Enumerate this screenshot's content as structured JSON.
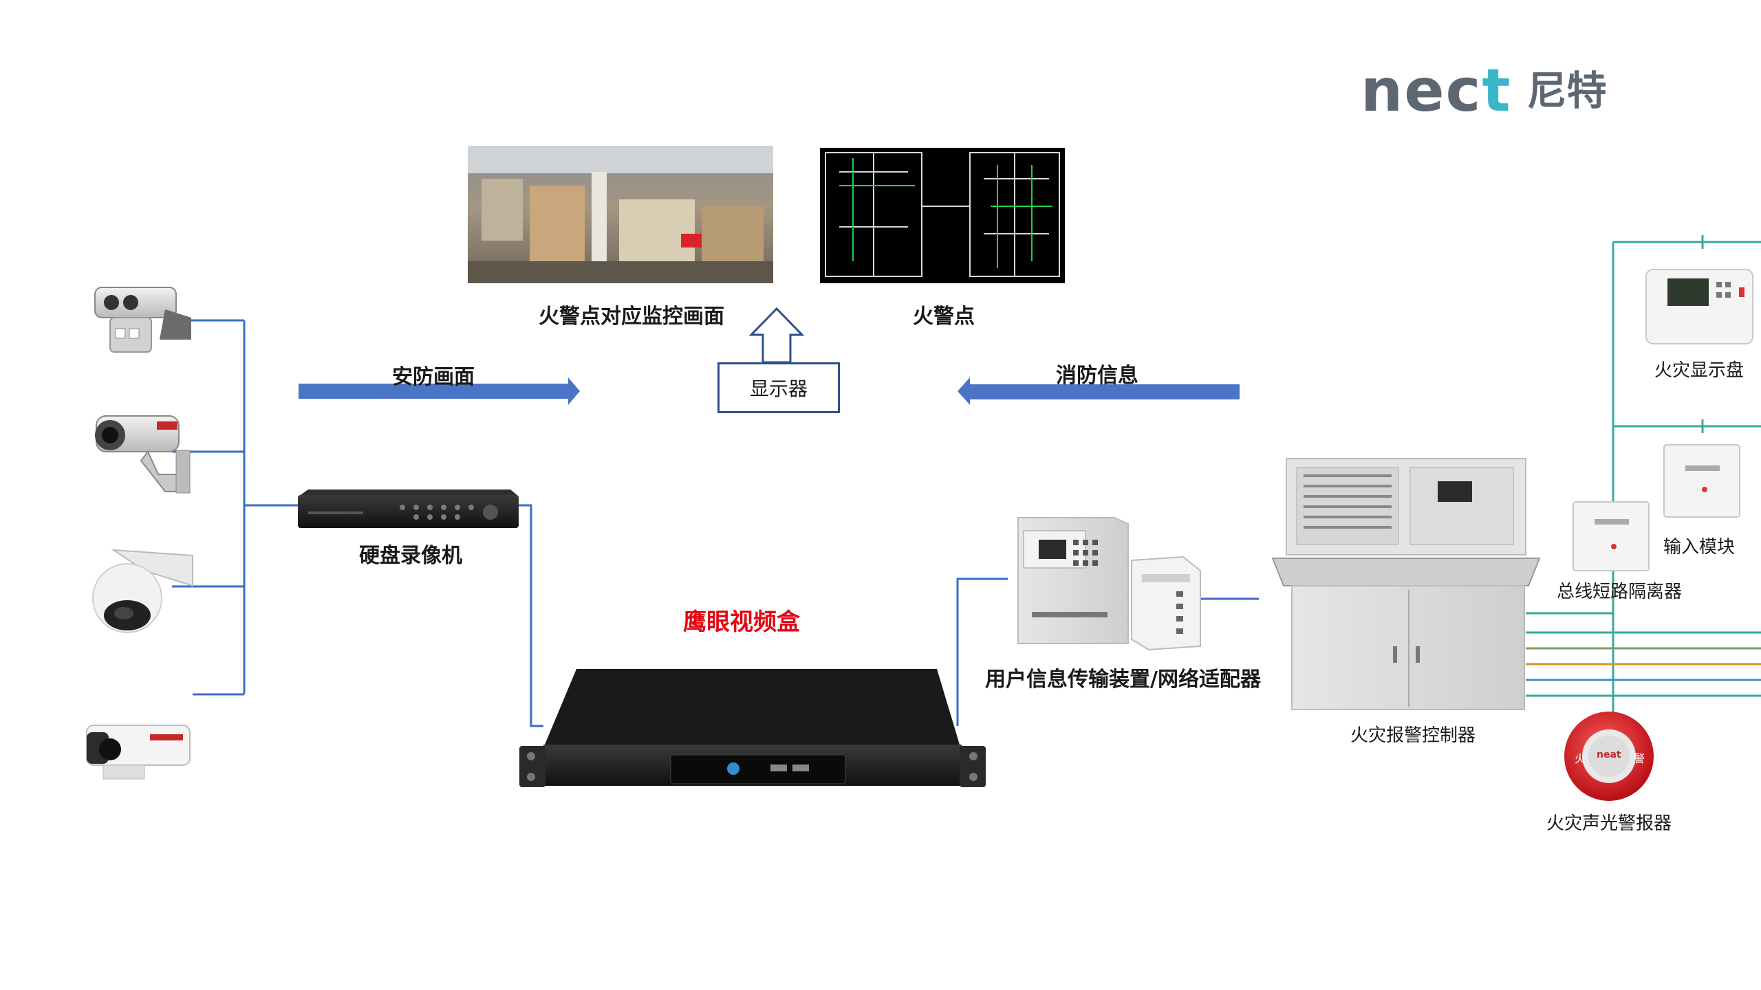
{
  "logo": {
    "word_main": "nec",
    "word_accent": "t",
    "cn": "尼特"
  },
  "top": {
    "surveillance_caption": "火警点对应监控画面",
    "fire_point_caption": "火警点",
    "monitor_label": "显示器"
  },
  "arrows": {
    "security_label": "安防画面",
    "fire_info_label": "消防信息"
  },
  "left": {
    "nvr_label": "硬盘录像机"
  },
  "center": {
    "box_label": "鹰眼视频盒"
  },
  "right": {
    "user_device_label": "用户信息传输装置/网络适配器",
    "controller_label": "火灾报警控制器",
    "display_panel_label": "火灾显示盘",
    "input_module_label": "输入模块",
    "isolator_label": "总线短路隔离器",
    "alarm_label": "火灾声光警报器",
    "alarm_left_char": "火",
    "alarm_right_char": "警",
    "alarm_brand": "neat"
  },
  "colors": {
    "arrow_blue": "#4a74c6",
    "line_blue": "#3b6cc4",
    "title_red": "#e30613",
    "logo_gray": "#5d6771",
    "logo_teal": "#3bb6c8",
    "wire_teal": "#39a99a",
    "wire_green": "#7aa05a",
    "wire_orange": "#d8922a",
    "wire_blue": "#3c8fd0",
    "alarm_red": "#d61f26"
  }
}
